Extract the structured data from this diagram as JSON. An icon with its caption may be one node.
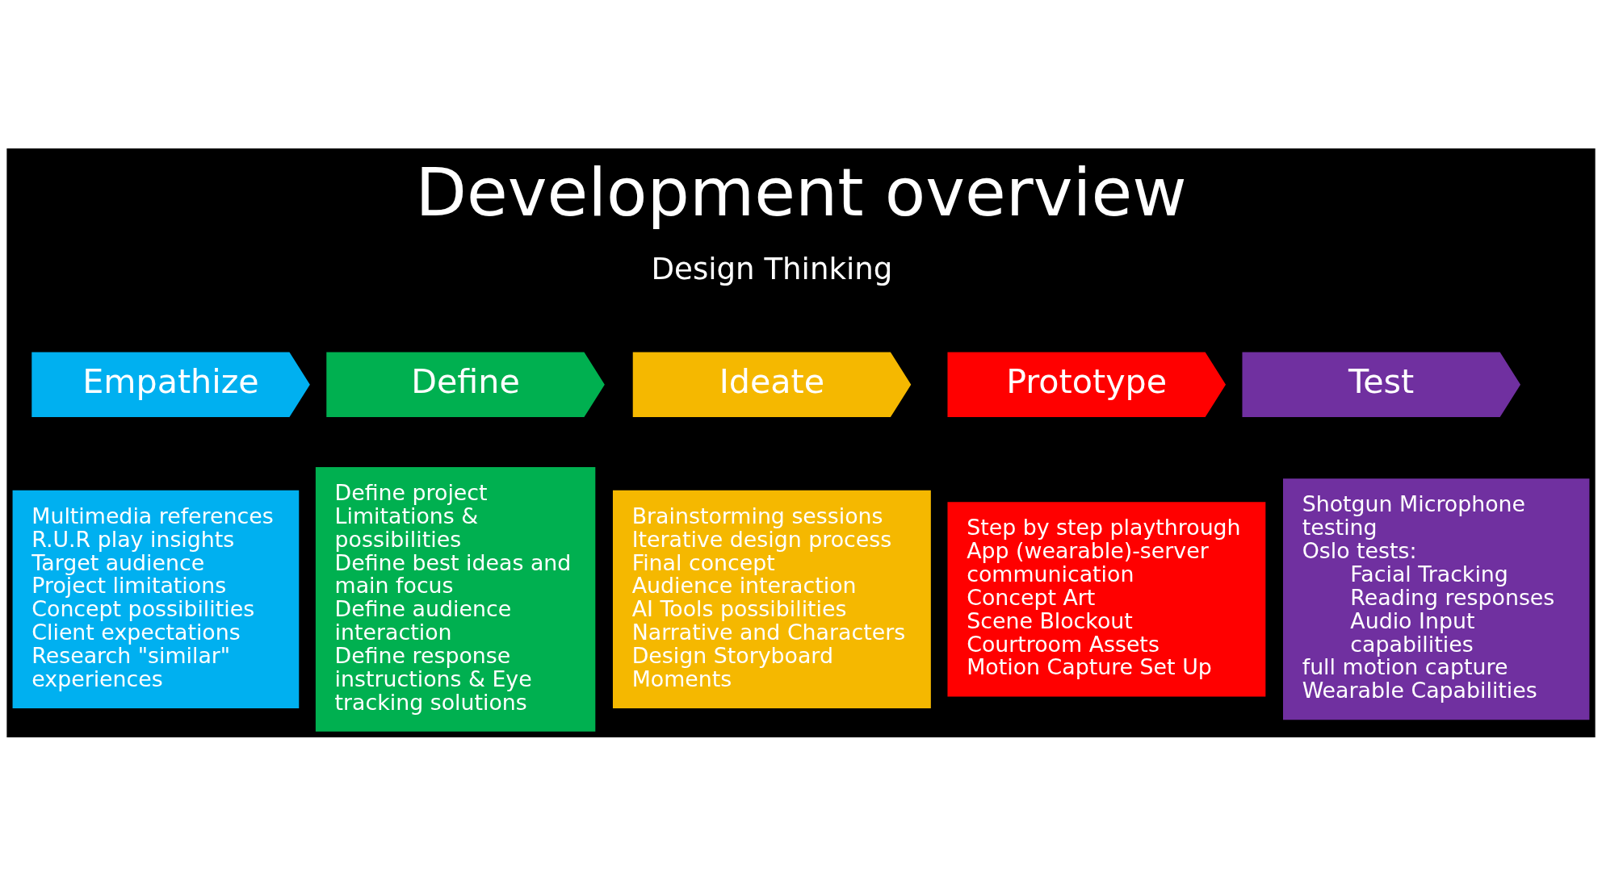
{
  "diagram": {
    "title": "Development overview",
    "nodes": [
      {
        "text": [
          "Empathize"
        ]
      },
      {
        "text": [
          "Define"
        ]
      },
      {
        "text": [
          "Ideate"
        ]
      },
      {
        "text": [
          "Prototype"
        ]
      },
      {
        "text": [
          "Test"
        ]
      },
      {
        "text": [
          "Multimedia references",
          "R.U.R play insights",
          "Target audience",
          "Project limitations",
          "Concept possibilities",
          "Client expectations",
          "Research \"similar\" experiences"
        ]
      },
      {
        "text": [
          "Define project Limitations & possibilities",
          "Define best ideas and main focus",
          "Define audience interaction",
          "Define response instructions & Eye tracking solutions"
        ]
      },
      {
        "text": [
          "Brainstorming sessions",
          "Iterative design process",
          "Final concept",
          "Audience interaction",
          "AI Tools possibilities",
          "Narrative and Characters",
          "Design Storyboard Moments"
        ]
      },
      {
        "text": [
          "Step by step playthrough",
          "App (wearable)-server communication",
          "Concept Art",
          "Scene Blockout",
          "Courtroom Assets",
          "Motion Capture Set Up"
        ]
      },
      {
        "text": [
          "Shotgun Microphone testing",
          "Oslo tests:",
          "Facial Tracking",
          "Reading responses",
          "Audio Input capabilities",
          "full motion capture",
          "Wearable Capabilities"
        ]
      }
    ],
    "edges": [],
    "labels": [
      "Design Thinking"
    ]
  }
}
